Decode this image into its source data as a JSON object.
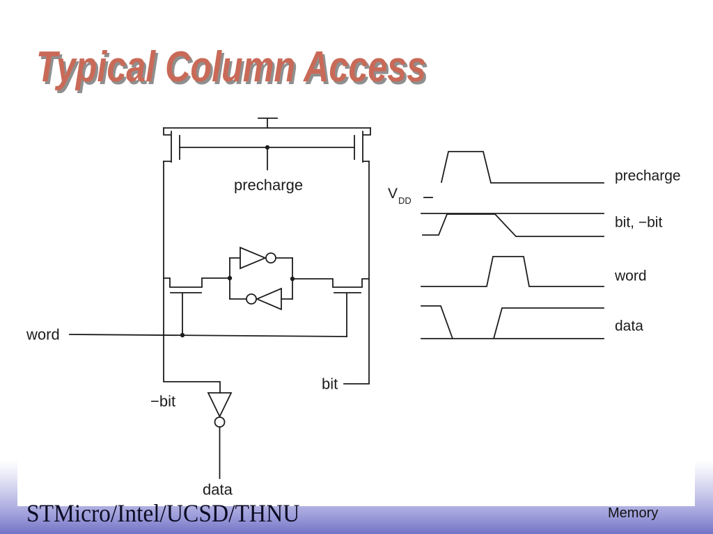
{
  "slide": {
    "title": "Typical Column Access",
    "footer_left": "STMicro/Intel/UCSD/THNU",
    "footer_right": "Memory"
  },
  "circuit": {
    "labels": {
      "precharge": "precharge",
      "word": "word",
      "neg_bit": "−bit",
      "bit": "bit",
      "data": "data"
    }
  },
  "timing": {
    "vdd": {
      "symbol": "V",
      "subscript": "DD"
    },
    "signals": [
      {
        "label": "precharge"
      },
      {
        "label": "bit, −bit"
      },
      {
        "label": "word"
      },
      {
        "label": "data"
      }
    ]
  },
  "colors": {
    "title": "#c96a58",
    "title_shadow": "#8f8f8f",
    "ink": "#1c1c1c",
    "footer_band": "#7474c6"
  }
}
